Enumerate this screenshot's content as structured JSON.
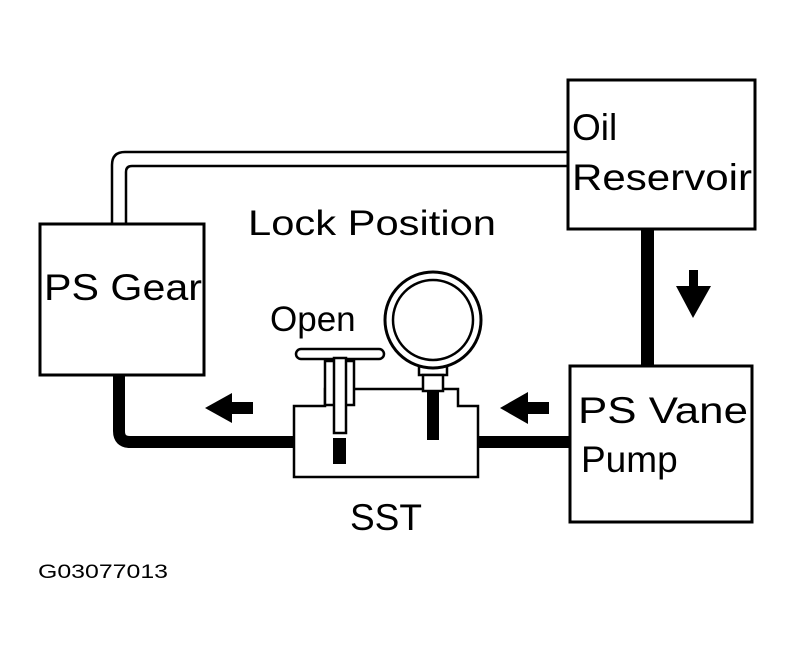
{
  "boxes": {
    "ps_gear": "PS Gear",
    "oil_reservoir_line1": "Oil",
    "oil_reservoir_line2": "Reservoir",
    "ps_vane_pump_line1": "PS Vane",
    "ps_vane_pump_line2": "Pump"
  },
  "labels": {
    "lock_position": "Lock Position",
    "open": "Open",
    "sst": "SST"
  },
  "figure_code": "G03077013",
  "colors": {
    "ink": "#000000",
    "paper": "#ffffff"
  }
}
